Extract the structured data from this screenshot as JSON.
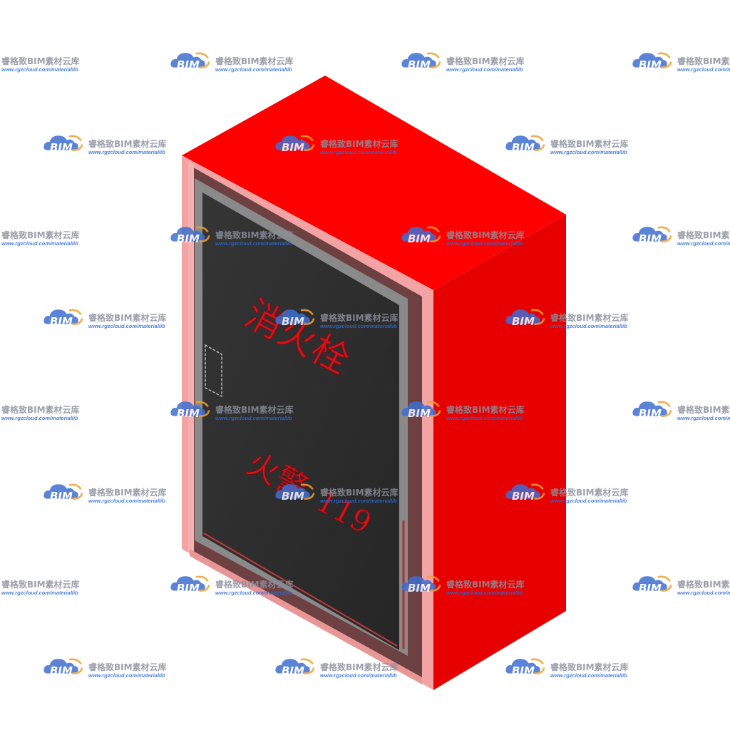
{
  "cabinet": {
    "title_text": "消火栓",
    "alarm_text": "火警",
    "alarm_number": "119",
    "body_color": "#ff0000",
    "side_color": "#e80000",
    "frame_color": "#f4a6a6",
    "door_color": "#2e2e2e",
    "text_color": "#d8101a"
  },
  "watermark": {
    "brand_text": "睿格致BIM素材云库",
    "url_text": "www.rgzcloud.com/materiallib",
    "logo_text": "BIM",
    "icon": "cloud-icon",
    "logo_blue": "#3f6fd1",
    "logo_orange": "#f0a030"
  }
}
